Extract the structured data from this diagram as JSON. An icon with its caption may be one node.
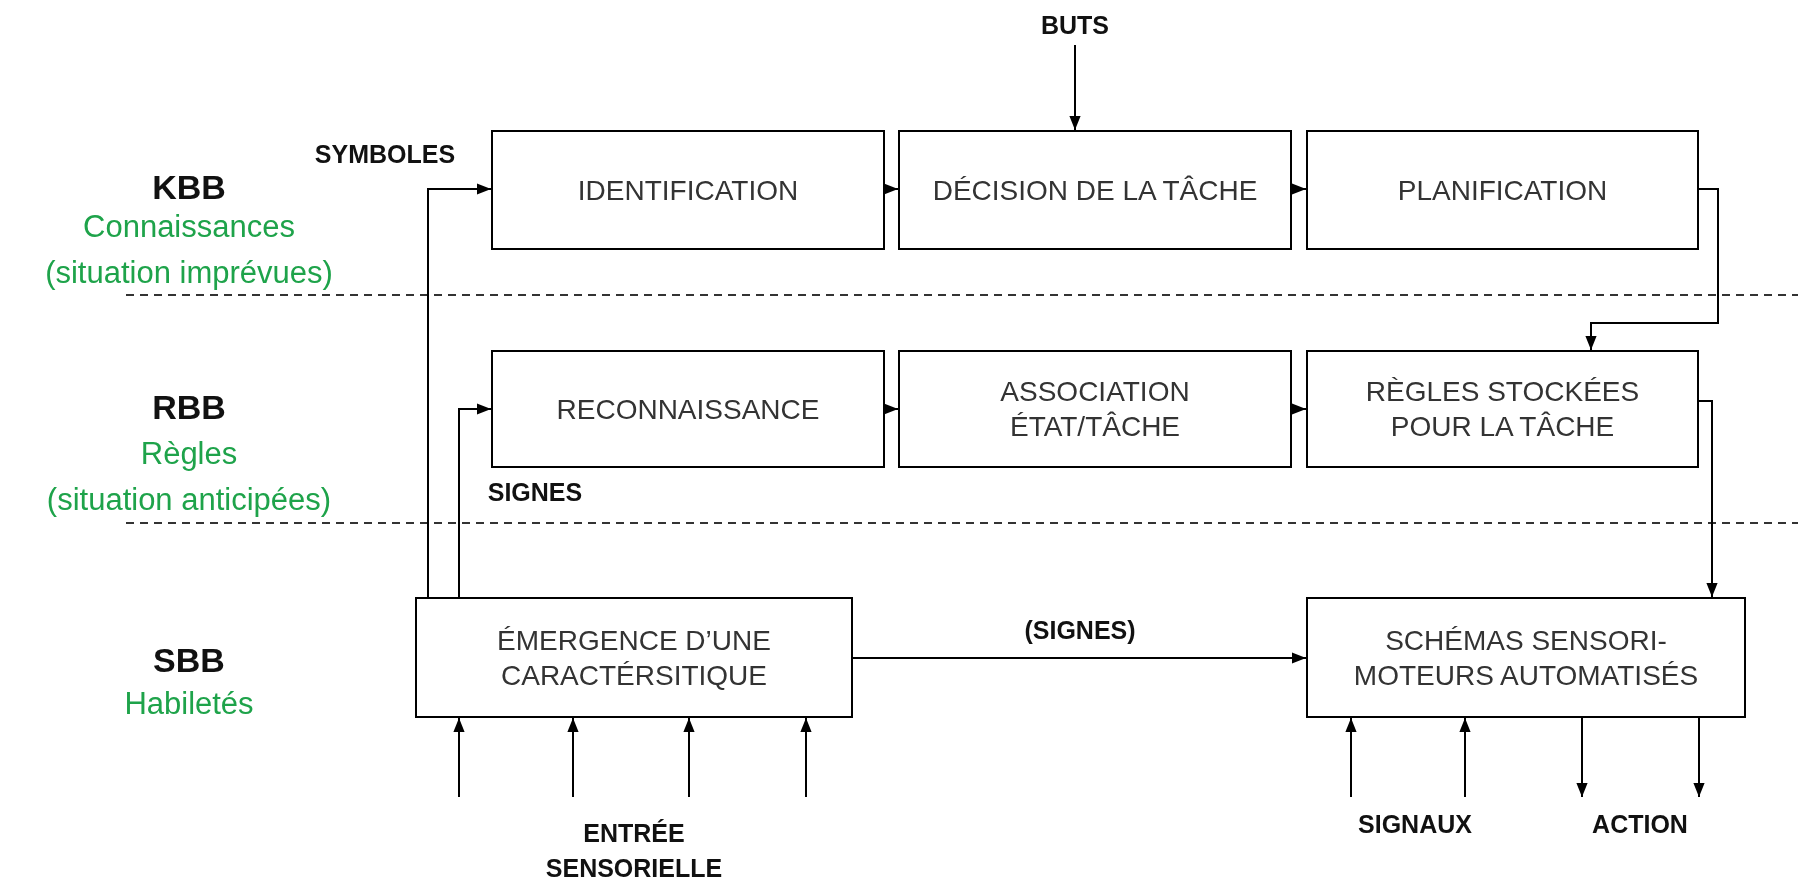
{
  "diagram": {
    "nodes": [
      {
        "text": [
          "BUTS"
        ]
      },
      {
        "text": [
          "IDENTIFICATION"
        ]
      },
      {
        "text": [
          "DÉCISION DE LA TÂCHE"
        ]
      },
      {
        "text": [
          "PLANIFICATION"
        ]
      },
      {
        "text": [
          "RECONNAISSANCE"
        ]
      },
      {
        "text": [
          "ASSOCIATION ÉTAT/TÂCHE"
        ]
      },
      {
        "text": [
          "RÈGLES STOCKÉES POUR LA TÂCHE"
        ]
      },
      {
        "text": [
          "ÉMERGENCE D’UNE CARACTÉRSITIQUE"
        ]
      },
      {
        "text": [
          "SCHÉMAS SENSORI-MOTEURS AUTOMATISÉS"
        ]
      },
      {
        "text": [
          "SIGNAUX"
        ]
      },
      {
        "text": [
          "ACTION"
        ]
      }
    ],
    "edges": [
      {
        "from": 0,
        "to": 2,
        "arrow": "to"
      },
      {
        "from": 1,
        "to": 2,
        "arrow": "to"
      },
      {
        "from": 2,
        "to": 3,
        "arrow": "to"
      },
      {
        "from": 3,
        "to": 6,
        "arrow": "to"
      },
      {
        "from": 4,
        "to": 5,
        "arrow": "to"
      },
      {
        "from": 5,
        "to": 6,
        "arrow": "to"
      },
      {
        "from": 6,
        "to": 8,
        "arrow": "to"
      },
      {
        "from": 7,
        "to": 1,
        "arrow": "to",
        "label": "SYMBOLES"
      },
      {
        "from": 7,
        "to": 4,
        "arrow": "to",
        "label": "SIGNES"
      },
      {
        "from": 7,
        "to": 8,
        "arrow": "to",
        "label": "(SIGNES)"
      },
      {
        "from": null,
        "to": 7,
        "arrow": "to"
      },
      {
        "from": null,
        "to": 7,
        "arrow": "to"
      },
      {
        "from": null,
        "to": 7,
        "arrow": "to"
      },
      {
        "from": null,
        "to": 7,
        "arrow": "to"
      },
      {
        "from": 9,
        "to": 8,
        "arrow": "to"
      },
      {
        "from": 9,
        "to": 8,
        "arrow": "to"
      },
      {
        "from": 8,
        "to": 10,
        "arrow": "to"
      },
      {
        "from": 8,
        "to": 10,
        "arrow": "to"
      }
    ],
    "labels": [
      "KBB",
      "Connaissances",
      "(situation imprévues)",
      "RBB",
      "Règles",
      "(situation anticipées)",
      "SBB",
      "Habiletés",
      "ENTRÉE SENSORIELLE"
    ]
  }
}
